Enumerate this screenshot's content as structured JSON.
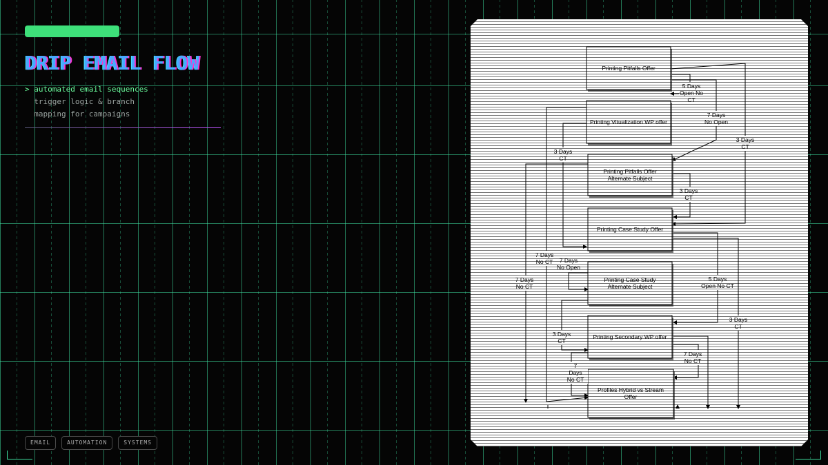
{
  "header": {
    "title": "DRIP EMAIL FLOW",
    "subtitle_lines": [
      "> automated email sequences",
      "  trigger logic & branch",
      "  mapping for campaigns"
    ]
  },
  "tags": [
    "EMAIL",
    "AUTOMATION",
    "SYSTEMS"
  ],
  "colors": {
    "accent_green": "#3ee07a",
    "title_blue": "#4aa8ff",
    "title_glitch_pink": "#ff2fd0",
    "grid": "#3ee0a0"
  },
  "diagram": {
    "nodes": [
      {
        "id": "n1",
        "lines": [
          "Printing Pitfalls Offer"
        ]
      },
      {
        "id": "n2",
        "lines": [
          "Printing Vitualization WP offer"
        ]
      },
      {
        "id": "n3",
        "lines": [
          "Printing Pitfalls Offer",
          "Alternate Subject"
        ]
      },
      {
        "id": "n4",
        "lines": [
          "Printing Case Study Offer"
        ]
      },
      {
        "id": "n5",
        "lines": [
          "Printing Case Study",
          "Alternate Subject"
        ]
      },
      {
        "id": "n6",
        "lines": [
          "Printing Secondary WP offer"
        ]
      },
      {
        "id": "n7",
        "lines": [
          "Profiles Hybrid vs Stream",
          "Offer"
        ]
      }
    ],
    "edge_labels": [
      {
        "id": "e1",
        "lines": [
          "5 Days",
          "Open No",
          "CT"
        ]
      },
      {
        "id": "e2",
        "lines": [
          "7 Days",
          "No Open"
        ]
      },
      {
        "id": "e3",
        "lines": [
          "3 Days",
          "CT"
        ]
      },
      {
        "id": "e4",
        "lines": [
          "3 Days",
          "CT"
        ]
      },
      {
        "id": "e5",
        "lines": [
          "3 Days",
          "CT"
        ]
      },
      {
        "id": "e6",
        "lines": [
          "7 Days",
          "No CT"
        ]
      },
      {
        "id": "e7",
        "lines": [
          "7 Days",
          "No Open"
        ]
      },
      {
        "id": "e8",
        "lines": [
          "7 Days",
          "No CT"
        ]
      },
      {
        "id": "e9",
        "lines": [
          "5 Days",
          "Open No CT"
        ]
      },
      {
        "id": "e10",
        "lines": [
          "3 Days",
          "CT"
        ]
      },
      {
        "id": "e11",
        "lines": [
          "3 Days",
          "CT"
        ]
      },
      {
        "id": "e12",
        "lines": [
          "7 Days",
          "No CT"
        ]
      },
      {
        "id": "e13",
        "lines": [
          "7",
          "Days",
          "No CT"
        ]
      }
    ]
  }
}
